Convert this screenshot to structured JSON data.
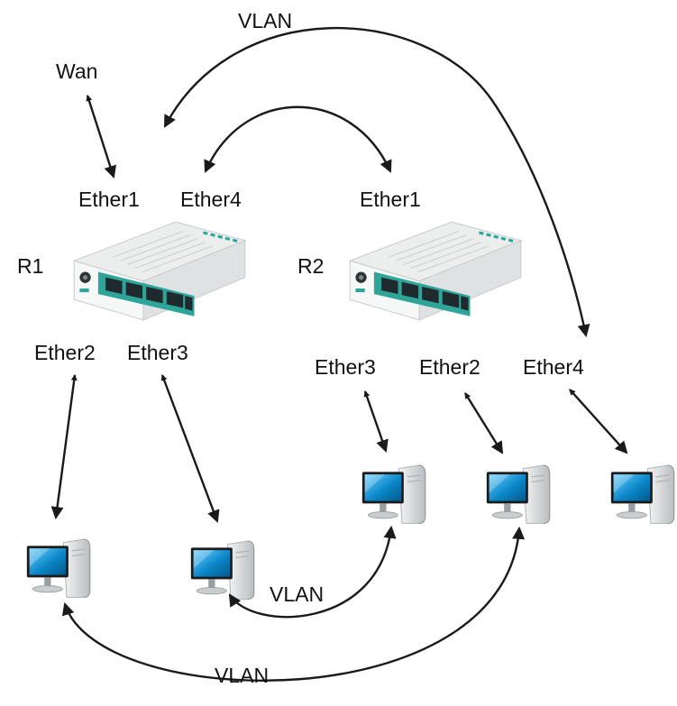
{
  "labels": {
    "wan": "Wan",
    "r1": "R1",
    "r2": "R2",
    "r1_ether1": "Ether1",
    "r1_ether4": "Ether4",
    "r1_ether2": "Ether2",
    "r1_ether3": "Ether3",
    "r2_ether1": "Ether1",
    "r2_ether3": "Ether3",
    "r2_ether2": "Ether2",
    "r2_ether4": "Ether4",
    "vlan_top": "VLAN",
    "vlan_middle": "VLAN",
    "vlan_bottom": "VLAN"
  },
  "colors": {
    "router_body": "#f2f3f3",
    "router_top": "#e9ebeb",
    "router_accent": "#2fa59a",
    "port": "#1f2a2e",
    "screen": "#0b87c9",
    "monitor_frame": "#1b1b1b",
    "tower": "#d9dcdd",
    "arrow": "#1a1a1a"
  },
  "icons": [
    "router-icon",
    "computer-icon",
    "double-arrow-icon"
  ]
}
